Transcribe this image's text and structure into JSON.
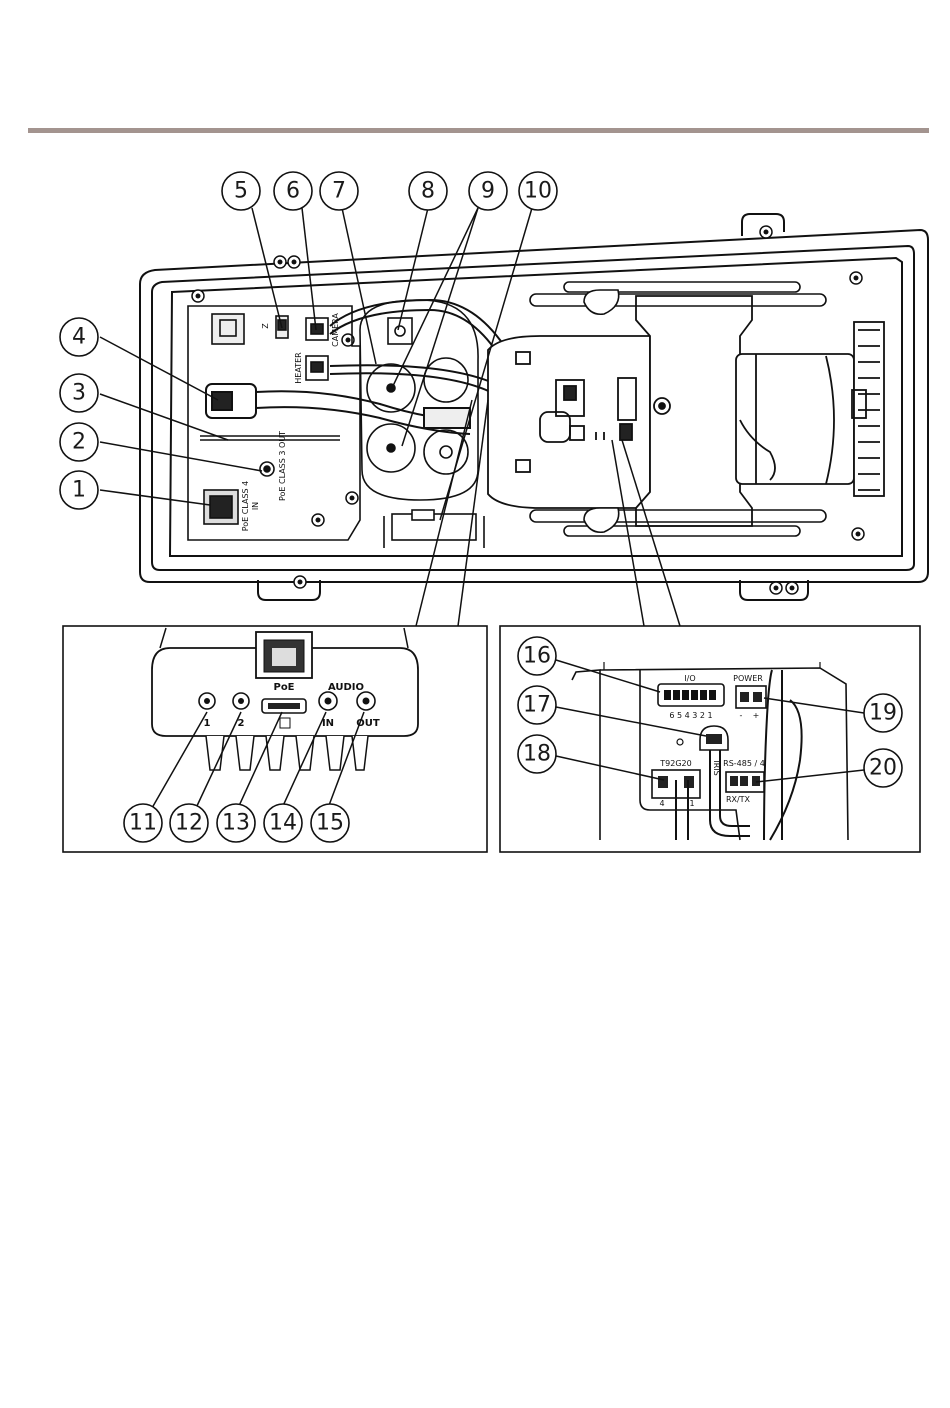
{
  "figure": {
    "callouts": [
      "1",
      "2",
      "3",
      "4",
      "5",
      "6",
      "7",
      "8",
      "9",
      "10",
      "11",
      "12",
      "13",
      "14",
      "15",
      "16",
      "17",
      "18",
      "19",
      "20"
    ],
    "board_labels": {
      "camera": "CAMERA",
      "heater": "HEATER",
      "poe_class4": "PoE CLASS 4",
      "poe_class4_in": "IN",
      "poe_class3": "PoE CLASS 3 OUT",
      "switch_mark": "Z"
    },
    "left_inset": {
      "poe": "PoE",
      "audio": "AUDIO",
      "port_1": "1",
      "port_2": "2",
      "in": "IN",
      "out": "OUT"
    },
    "right_inset": {
      "io": "I/O",
      "io_pins": "6 5 4 3 2 1",
      "power": "POWER",
      "power_minus": "-",
      "power_plus": "+",
      "t92g20": "T92G20",
      "t92_pin4": "4",
      "t92_pin1": "1",
      "iris": "IRIS",
      "rs485": "RS-485 / 4",
      "rxtx": "RX/TX"
    }
  }
}
